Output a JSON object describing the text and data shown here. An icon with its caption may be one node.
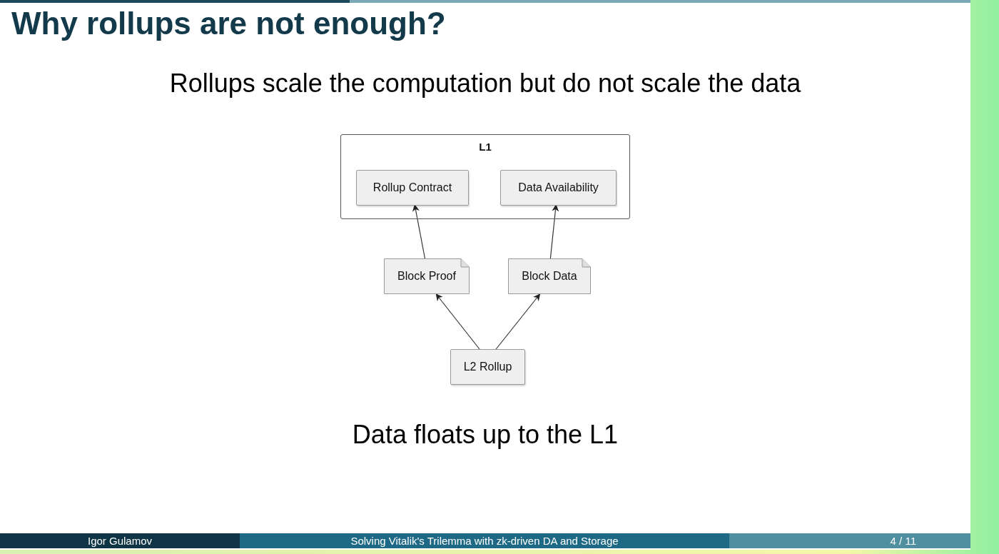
{
  "diagram": {
    "title": "Why rollups are not enough?",
    "nodes": [
      {
        "text": [
          "L1"
        ]
      },
      {
        "text": [
          "Rollup Contract"
        ],
        "in": 0
      },
      {
        "text": [
          "Data Availability"
        ],
        "in": 0
      },
      {
        "text": [
          "Block Proof"
        ]
      },
      {
        "text": [
          "Block Data"
        ]
      },
      {
        "text": [
          "L2 Rollup"
        ]
      }
    ],
    "edges": [
      {
        "from": 3,
        "to": 1,
        "arrow": "to"
      },
      {
        "from": 4,
        "to": 2,
        "arrow": "to"
      },
      {
        "from": 5,
        "to": 3,
        "arrow": "to"
      },
      {
        "from": 5,
        "to": 4,
        "arrow": "to"
      }
    ],
    "labels": [
      "Rollups scale the computation but do not scale the data",
      "Data floats up to the L1",
      "Igor Gulamov",
      "Solving Vitalik's Trilemma with zk-driven DA and Storage",
      "4 / 11"
    ]
  }
}
